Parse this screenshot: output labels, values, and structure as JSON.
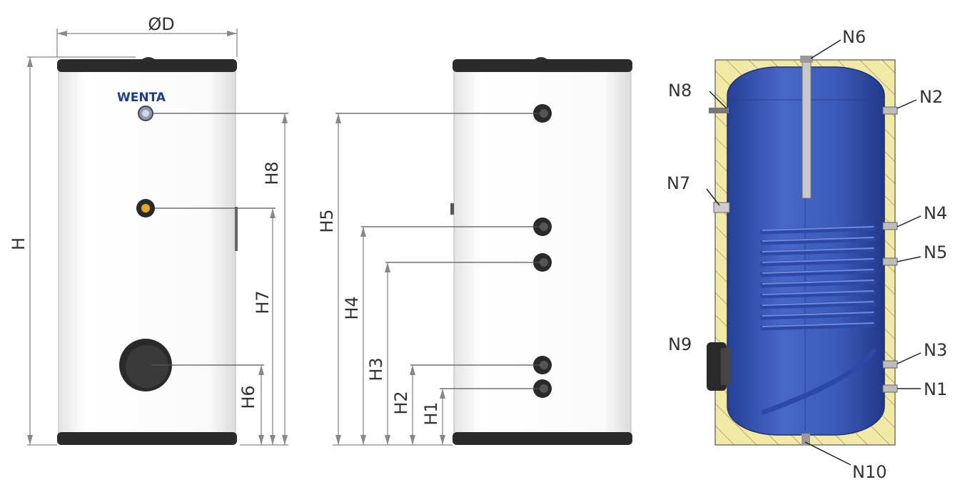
{
  "brand": {
    "logo_text": "WENTA"
  },
  "front_view": {
    "labels": {
      "diameter": "ØD",
      "height": "H",
      "h6": "H6",
      "h7": "H7",
      "h8": "H8"
    }
  },
  "side_view": {
    "labels": {
      "h1": "H1",
      "h2": "H2",
      "h3": "H3",
      "h4": "H4",
      "h5": "H5"
    }
  },
  "section_view": {
    "connections": [
      "N1",
      "N2",
      "N3",
      "N4",
      "N5",
      "N6",
      "N7",
      "N8",
      "N9",
      "N10"
    ]
  },
  "colors": {
    "tank_shell": "#f7f7f7",
    "caps": "#2b2b2b",
    "insulation": "#f3e9a6",
    "inner_tank": "#3b5bb8",
    "coil": "#2c49a6"
  }
}
